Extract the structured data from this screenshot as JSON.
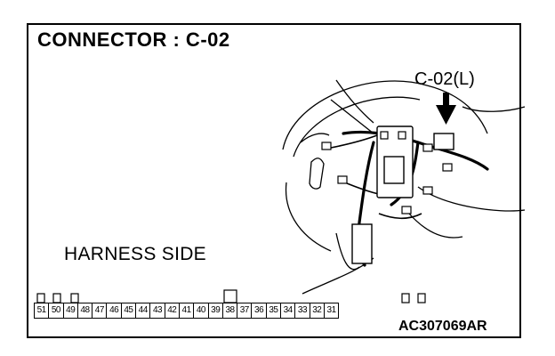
{
  "title": "CONNECTOR : C-02",
  "callout_label": "C-02(L)",
  "harness_label": "HARNESS SIDE",
  "figure_id": "AC307069AR",
  "pins": [
    "51",
    "50",
    "49",
    "48",
    "47",
    "46",
    "45",
    "44",
    "43",
    "42",
    "41",
    "40",
    "39",
    "38",
    "37",
    "36",
    "35",
    "34",
    "33",
    "32",
    "31"
  ],
  "colors": {
    "line": "#000000",
    "background": "#ffffff"
  },
  "icons": {
    "callout_arrow": "arrow-down-icon"
  }
}
